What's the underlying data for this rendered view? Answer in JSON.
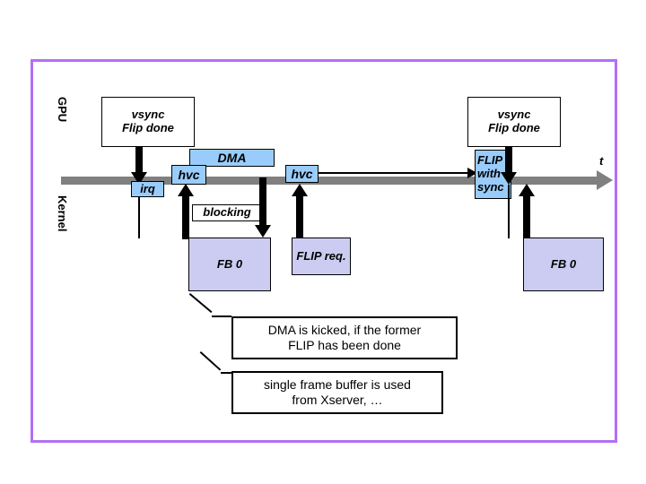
{
  "slide": {
    "border_color": "#b36ff6",
    "background": "#ffffff"
  },
  "lanes": {
    "gpu_label": "GPU",
    "kernel_label": "Kernel"
  },
  "timeline": {
    "axis_label": "t",
    "color": "#808080"
  },
  "events": {
    "vsync_left": {
      "line1": "vsync",
      "line2": "Flip done"
    },
    "vsync_right": {
      "line1": "vsync",
      "line2": "Flip done"
    },
    "irq": "irq",
    "hvc_first": "hvc",
    "hvc_second": "hvc",
    "dma": "DMA",
    "blocking": "blocking",
    "flip_with_sync": {
      "line1": "FLIP",
      "line2": "with",
      "line3": "sync"
    },
    "fb0_left": "FB 0",
    "fb0_right": "FB 0",
    "flip_req": "FLIP req."
  },
  "notes": {
    "note1_line1": "DMA is kicked, if the former",
    "note1_line2": "FLIP has been done",
    "note2_line1": "single frame buffer is used",
    "note2_line2": "from Xserver, …"
  },
  "colors": {
    "blue_box": "#99ccfa",
    "lavender_box": "#ccccf2",
    "timeline_gray": "#808080",
    "accent_purple": "#b36ff6"
  }
}
